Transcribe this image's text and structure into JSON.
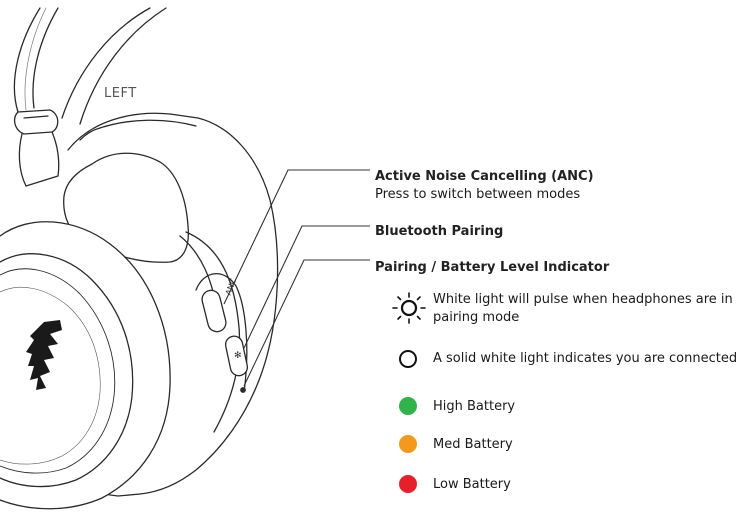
{
  "side_label": "LEFT",
  "button_labels": {
    "anc": "ANC",
    "bluetooth": "✻"
  },
  "callouts": {
    "anc": {
      "title": "Active Noise Cancelling (ANC)",
      "description": "Press to switch between modes"
    },
    "bluetooth": {
      "title": "Bluetooth Pairing"
    },
    "indicator": {
      "title": "Pairing / Battery Level Indicator"
    }
  },
  "indicator_states": {
    "pulse": {
      "line1": "White light will pulse when headphones are in",
      "line2": "pairing mode",
      "icon": "pulsing-light-icon"
    },
    "solid": {
      "text": "A solid white light indicates you are connected",
      "icon": "solid-light-icon"
    },
    "high": {
      "text": "High Battery",
      "color": "#2fb34a"
    },
    "med": {
      "text": "Med Battery",
      "color": "#f39a1e"
    },
    "low": {
      "text": "Low Battery",
      "color": "#e5202a"
    }
  }
}
